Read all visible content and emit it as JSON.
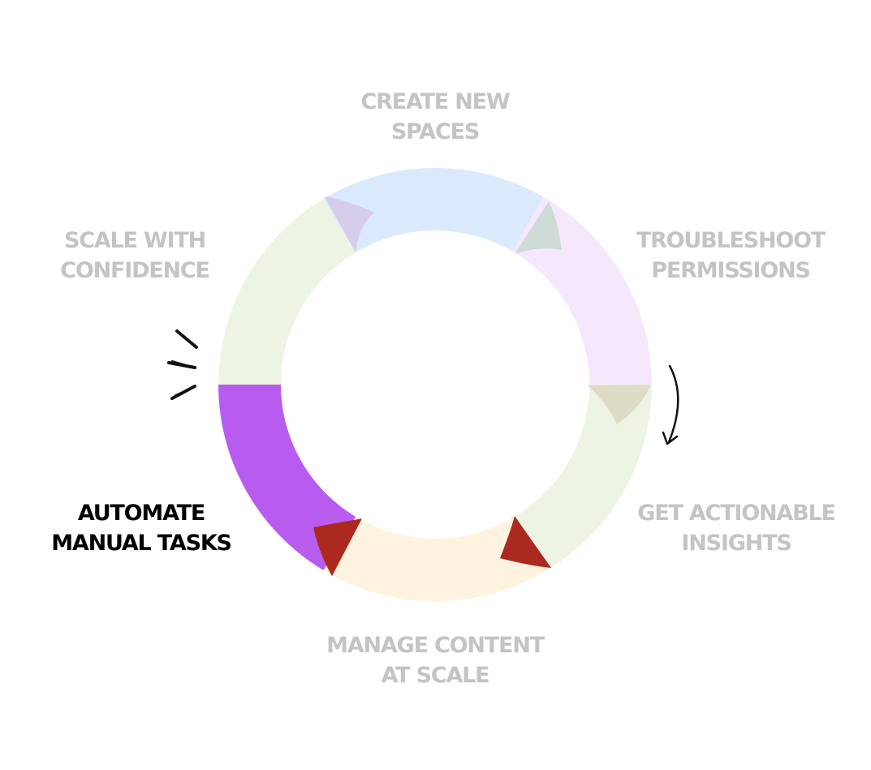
{
  "diagram": {
    "active_step": "automate",
    "colors": {
      "inactive_text": "#c4c4c4",
      "active_text": "#000000",
      "hand_drawn": "#111111"
    },
    "steps": [
      {
        "id": "create",
        "lines": [
          "CREATE NEW",
          "SPACES"
        ],
        "color": "#dbe9fc",
        "tab_color": "#d5cde9"
      },
      {
        "id": "troubleshoot",
        "lines": [
          "TROUBLESHOOT",
          "PERMISSIONS"
        ],
        "color": "#f5e8fd",
        "tab_color": "#cfdbd6"
      },
      {
        "id": "insights",
        "lines": [
          "GET ACTIONABLE",
          "INSIGHTS"
        ],
        "color": "#eef4e4",
        "tab_color": "#dedcc6"
      },
      {
        "id": "manage",
        "lines": [
          "MANAGE CONTENT",
          "AT SCALE"
        ],
        "color": "#fef3de",
        "tab_color": "#ab291e"
      },
      {
        "id": "automate",
        "lines": [
          "AUTOMATE",
          "MANUAL TASKS"
        ],
        "color": "#b85cf0",
        "tab_color": "#c1d3e0"
      },
      {
        "id": "scale",
        "lines": [
          "SCALE WITH",
          "CONFIDENCE"
        ],
        "color": "#eef4e4",
        "tab_color": "#c1d3e0"
      }
    ]
  }
}
